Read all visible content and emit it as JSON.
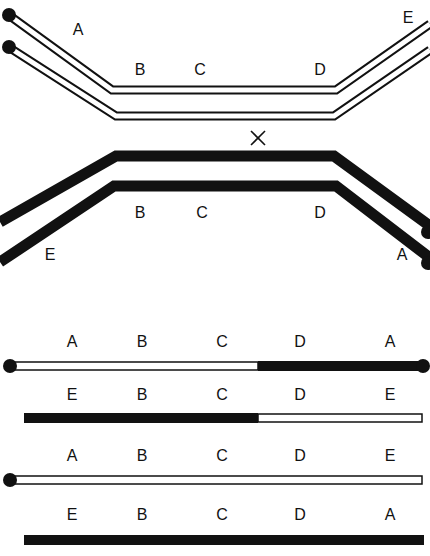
{
  "diagram": {
    "labels": [
      "A",
      "E",
      "B",
      "C",
      "D",
      "B",
      "C",
      "D",
      "E",
      "A",
      "A",
      "B",
      "C",
      "D",
      "A",
      "E",
      "B",
      "C",
      "D",
      "E",
      "A",
      "B",
      "C",
      "D",
      "E",
      "E",
      "B",
      "C",
      "D",
      "A"
    ]
  }
}
